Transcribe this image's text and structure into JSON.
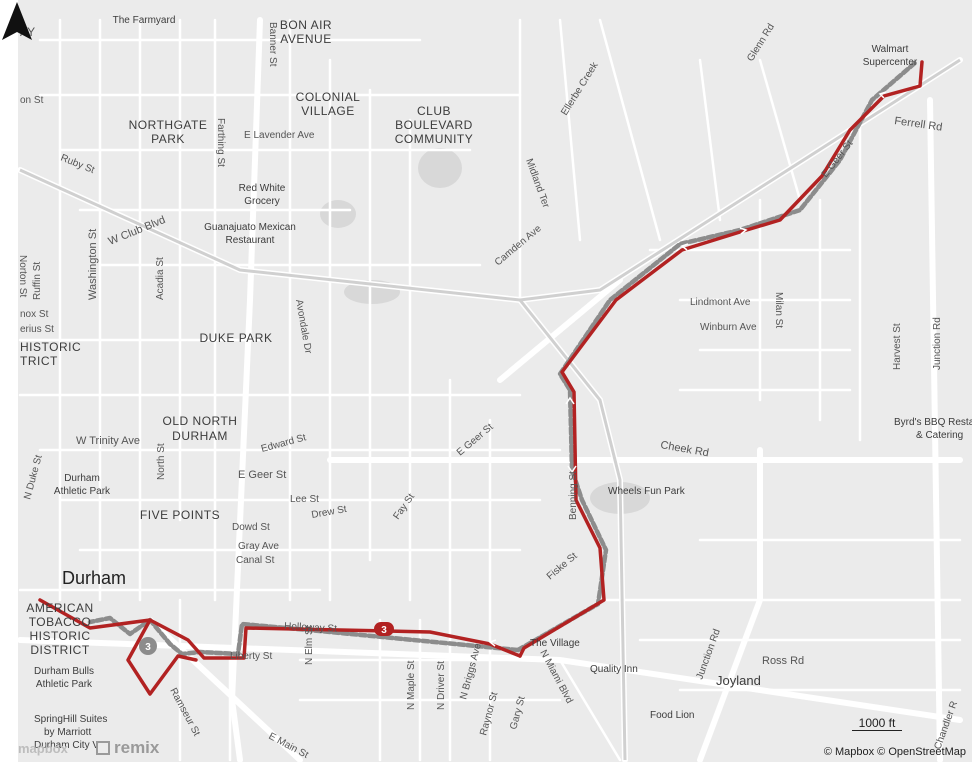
{
  "neighborhoods": {
    "bon_air": "BON AIR",
    "bon_air_2": "AVENUE",
    "colonial": "COLONIAL",
    "colonial_2": "VILLAGE",
    "club": "CLUB",
    "club_2": "BOULEVARD",
    "club_3": "COMMUNITY",
    "northgate": "NORTHGATE",
    "northgate_2": "PARK",
    "duke_park": "DUKE PARK",
    "old_north": "OLD NORTH",
    "old_north_2": "DURHAM",
    "five_points": "FIVE POINTS",
    "historic": "HISTORIC",
    "historic_2": "TRICT",
    "american": "AMERICAN",
    "american_2": "TOBACCO",
    "american_3": "HISTORIC",
    "american_4": "DISTRICT"
  },
  "city": "Durham",
  "pois": {
    "farmyard": "The Farmyard",
    "red_white": "Red White",
    "red_white_2": "Grocery",
    "guanajuato": "Guanajuato Mexican",
    "guanajuato_2": "Restaurant",
    "walmart": "Walmart",
    "walmart_2": "Supercenter",
    "byrds": "Byrd's BBQ Resta",
    "byrds_2": "& Catering",
    "wheels": "Wheels Fun Park",
    "village": "The Village",
    "quality": "Quality Inn",
    "food_lion": "Food Lion",
    "joyland": "Joyland",
    "durham_athletic": "Durham",
    "durham_athletic_2": "Athletic Park",
    "bulls": "Durham Bulls",
    "bulls_2": "Athletic Park",
    "springhill": "SpringHill Suites",
    "springhill_2": "by Marriott",
    "springhill_3": "Durham City V"
  },
  "roads": {
    "ay": "AY",
    "on_st": "on St",
    "ruby": "Ruby St",
    "w_club": "W Club Blvd",
    "banner": "Banner St",
    "farthing": "Farthing St",
    "e_lavender": "E Lavender Ave",
    "ellerbe": "Ellerbe Creek",
    "glenn": "Glenn Rd",
    "ferrell": "Ferrell Rd",
    "e_geer_ne": "E Geer St",
    "midland": "Midland Ter",
    "camden": "Camden Ave",
    "norton": "Norton St",
    "ruffin": "Ruffin St",
    "washington": "Washington St",
    "acadia": "Acadia St",
    "avondale": "Avondale Dr",
    "nox": "nox St",
    "erius": "erius St",
    "lindmont": "Lindmont Ave",
    "winburn": "Winburn Ave",
    "milan": "Milan St",
    "harvest": "Harvest St",
    "junction_ne": "Junction Rd",
    "w_trinity": "W Trinity Ave",
    "n_duke": "N Duke St",
    "north_st": "North St",
    "edward": "Edward St",
    "e_geer_mid": "E Geer St",
    "e_geer_west": "E Geer St",
    "cheek": "Cheek Rd",
    "lee": "Lee St",
    "drew": "Drew St",
    "dowd": "Dowd St",
    "gray": "Gray Ave",
    "canal": "Canal St",
    "fay": "Fay St",
    "benning": "Benning St",
    "fiske": "Fiske St",
    "holloway": "Holloway St",
    "liberty": "Liberty St",
    "n_elm": "N Elm St",
    "n_maple": "N Maple St",
    "n_driver": "N Driver St",
    "n_briggs": "N Briggs Ave",
    "raynor": "Raynor St",
    "gary": "Gary St",
    "n_miami": "N Miami Blvd",
    "ramseur": "Ramseur St",
    "e_main": "E Main St",
    "junction_se": "Junction Rd",
    "ross": "Ross Rd",
    "chandler": "Chandler R"
  },
  "route": {
    "number": "3",
    "color": "#b22222",
    "return_color": "#8c8c8c"
  },
  "scale_label": "1000 ft",
  "attribution": "© Mapbox © OpenStreetMap",
  "mapbox_logo": "mapbox",
  "remix_logo": "remix"
}
